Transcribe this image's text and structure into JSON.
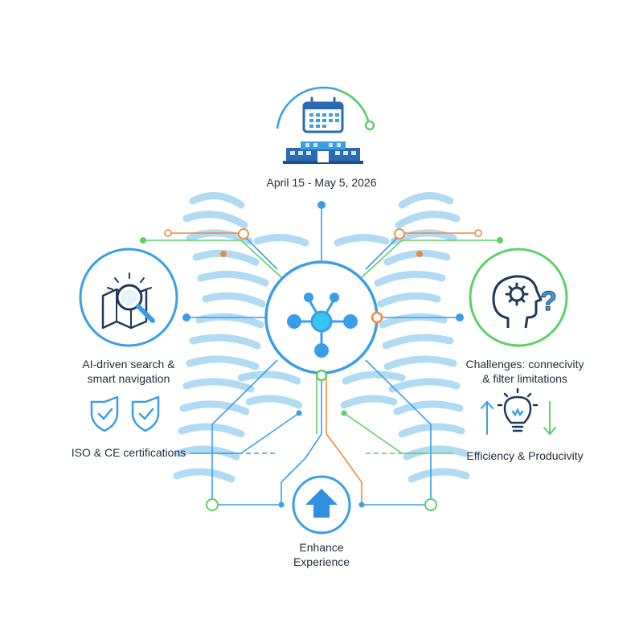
{
  "date_range": "April 15 - May 5, 2026",
  "left": {
    "feature_line1": "AI-driven search &",
    "feature_line2": "smart navigation",
    "certifications": "ISO & CE certifications"
  },
  "right": {
    "challenges_line1": "Challenges: connecivity",
    "challenges_line2": "& filter limitations",
    "efficiency": "Efficiency & Producivity"
  },
  "bottom": {
    "line1": "Enhance",
    "line2": "Experience"
  },
  "colors": {
    "blue": "#3a9ee6",
    "light_blue": "#9ed3f0",
    "green": "#5fcf6a",
    "orange": "#ef8a3c",
    "ink": "#1f2a3a"
  },
  "icons": [
    "calendar-icon",
    "building-icon",
    "map-search-icon",
    "head-gear-question-icon",
    "shield-check-icon",
    "lightbulb-icon",
    "arrow-up-icon",
    "arrow-down-icon",
    "network-hub-icon"
  ]
}
